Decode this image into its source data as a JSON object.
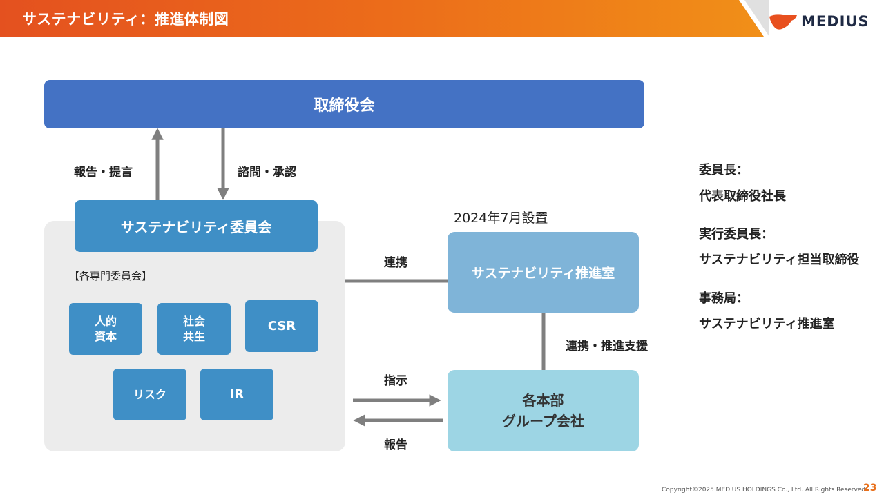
{
  "header": {
    "title": "サステナビリティ：推進体制図",
    "logo_text": "MEDIUS"
  },
  "diagram": {
    "board": "取締役会",
    "committee": "サステナビリティ委員会",
    "specialist_label": "【各専門委員会】",
    "subcommittees": {
      "human_capital": [
        "人的",
        "資本"
      ],
      "social": [
        "社会",
        "共生"
      ],
      "csr": "CSR",
      "risk": "リスク",
      "ir": "IR"
    },
    "office": "サステナビリティ推進室",
    "office_established": "2024年7月設置",
    "hq": [
      "各本部",
      "グループ会社"
    ],
    "labels": {
      "report_proposal": "報告・提言",
      "consult_approve": "諮問・承認",
      "link": "連携",
      "link_support": "連携・推進支援",
      "instruct": "指示",
      "report": "報告"
    }
  },
  "info": {
    "chair_title": "委員長：",
    "chair_value": "代表取締役社長",
    "exec_title": "実行委員長：",
    "exec_value": "サステナビリティ担当取締役",
    "secretariat_title": "事務局：",
    "secretariat_value": "サステナビリティ推進室"
  },
  "footer": {
    "copyright": "Copyright©2025 MEDIUS HOLDINGS Co., Ltd. All Rights Reserved",
    "page": "23"
  },
  "colors": {
    "header_orange": "#e4511f",
    "board_blue": "#4472c4",
    "committee_blue": "#3f8fc6",
    "office_blue": "#7fb4d8",
    "hq_cyan": "#9dd5e4",
    "connector_gray": "#7f7f7f"
  }
}
